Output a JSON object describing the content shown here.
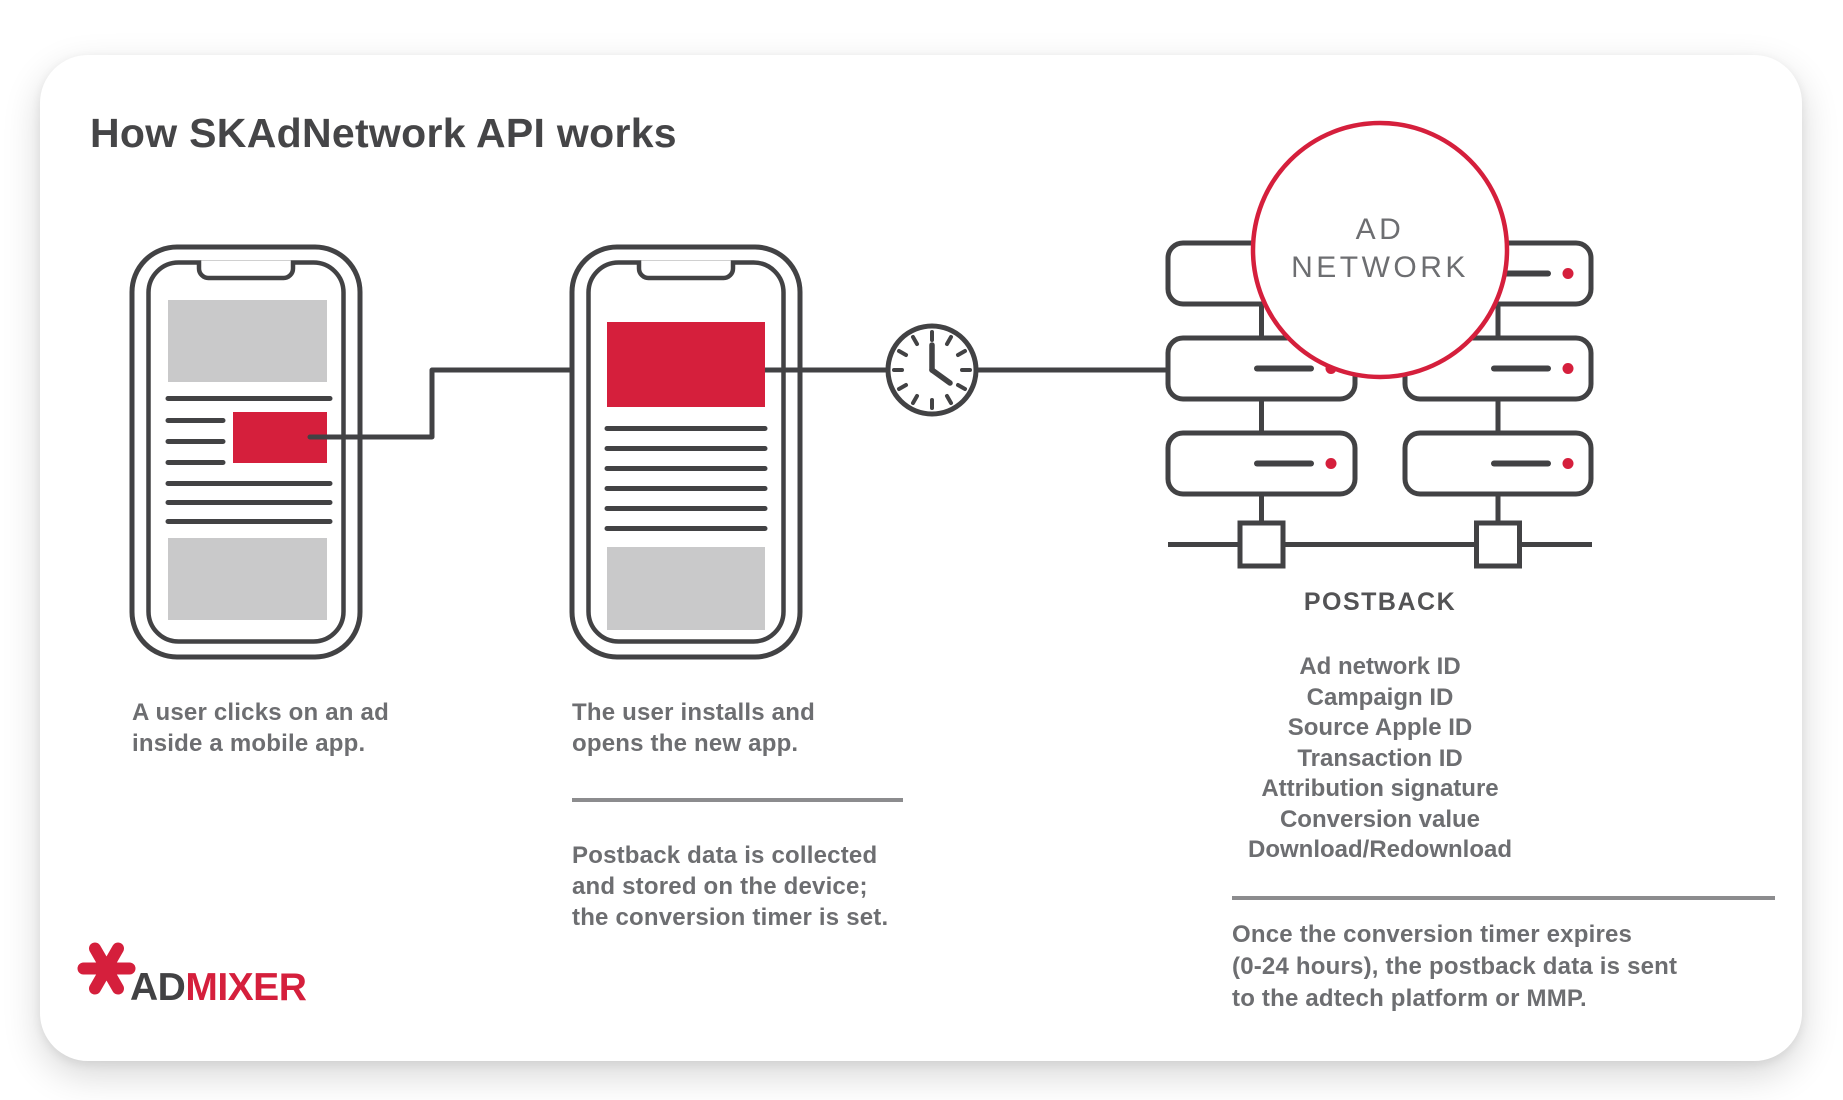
{
  "page": {
    "title": "How SKAdNetwork API works"
  },
  "steps": {
    "step1_caption": "A user clicks on an ad\ninside a mobile app.",
    "step2_caption": "The user installs and\nopens the new app.",
    "step2_note": "Postback data is collected\nand stored on the device;\nthe conversion timer is set.",
    "step3_note": "Once the conversion timer expires\n(0-24 hours), the postback data is sent\nto the adtech platform or MMP."
  },
  "ad_network_badge": {
    "line1": "AD",
    "line2": "NETWORK"
  },
  "postback": {
    "label": "POSTBACK",
    "items": [
      "Ad network ID",
      "Campaign ID",
      "Source Apple ID",
      "Transaction ID",
      "Attribution signature",
      "Conversion value",
      "Download/Redownload"
    ]
  },
  "logo": {
    "part1": "AD",
    "part2": "MIXER"
  },
  "colors": {
    "accent_red": "#d51f3c",
    "stroke_dark": "#424244",
    "text_gray": "#6d6e71",
    "placeholder_gray": "#c9c9ca",
    "divider_gray": "#8c8c8e"
  }
}
